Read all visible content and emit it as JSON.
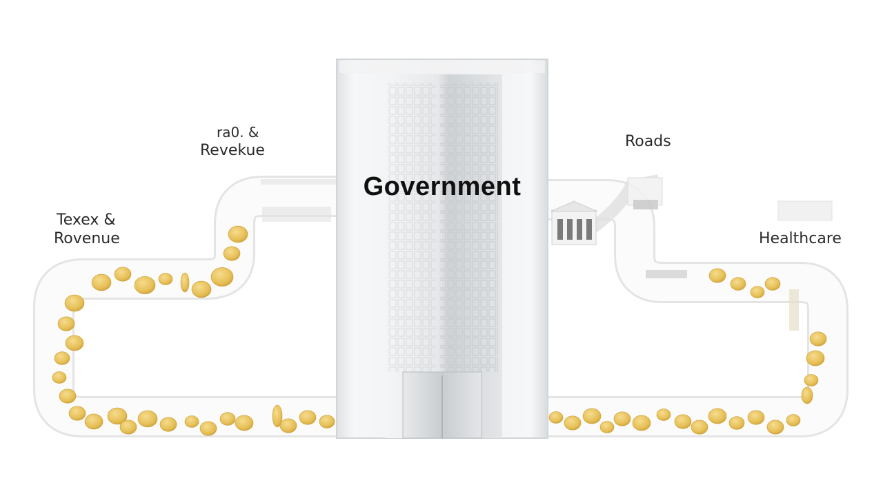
{
  "diagram": {
    "center": {
      "title": "Government"
    },
    "left_labels": {
      "upper_line1": "ra0. &",
      "upper_line2": "Revekue",
      "lower_line1": "Texex &",
      "lower_line2": "Rovenue"
    },
    "right_labels": {
      "roads": "Roads",
      "healthcare": "Healthcare"
    }
  },
  "colors": {
    "coin": "#e8c15a",
    "coin_dark": "#d2a437",
    "pipe_fill": "#fafafa",
    "pipe_edge": "#e6e6e6",
    "building_glass": "#e9ecee"
  }
}
